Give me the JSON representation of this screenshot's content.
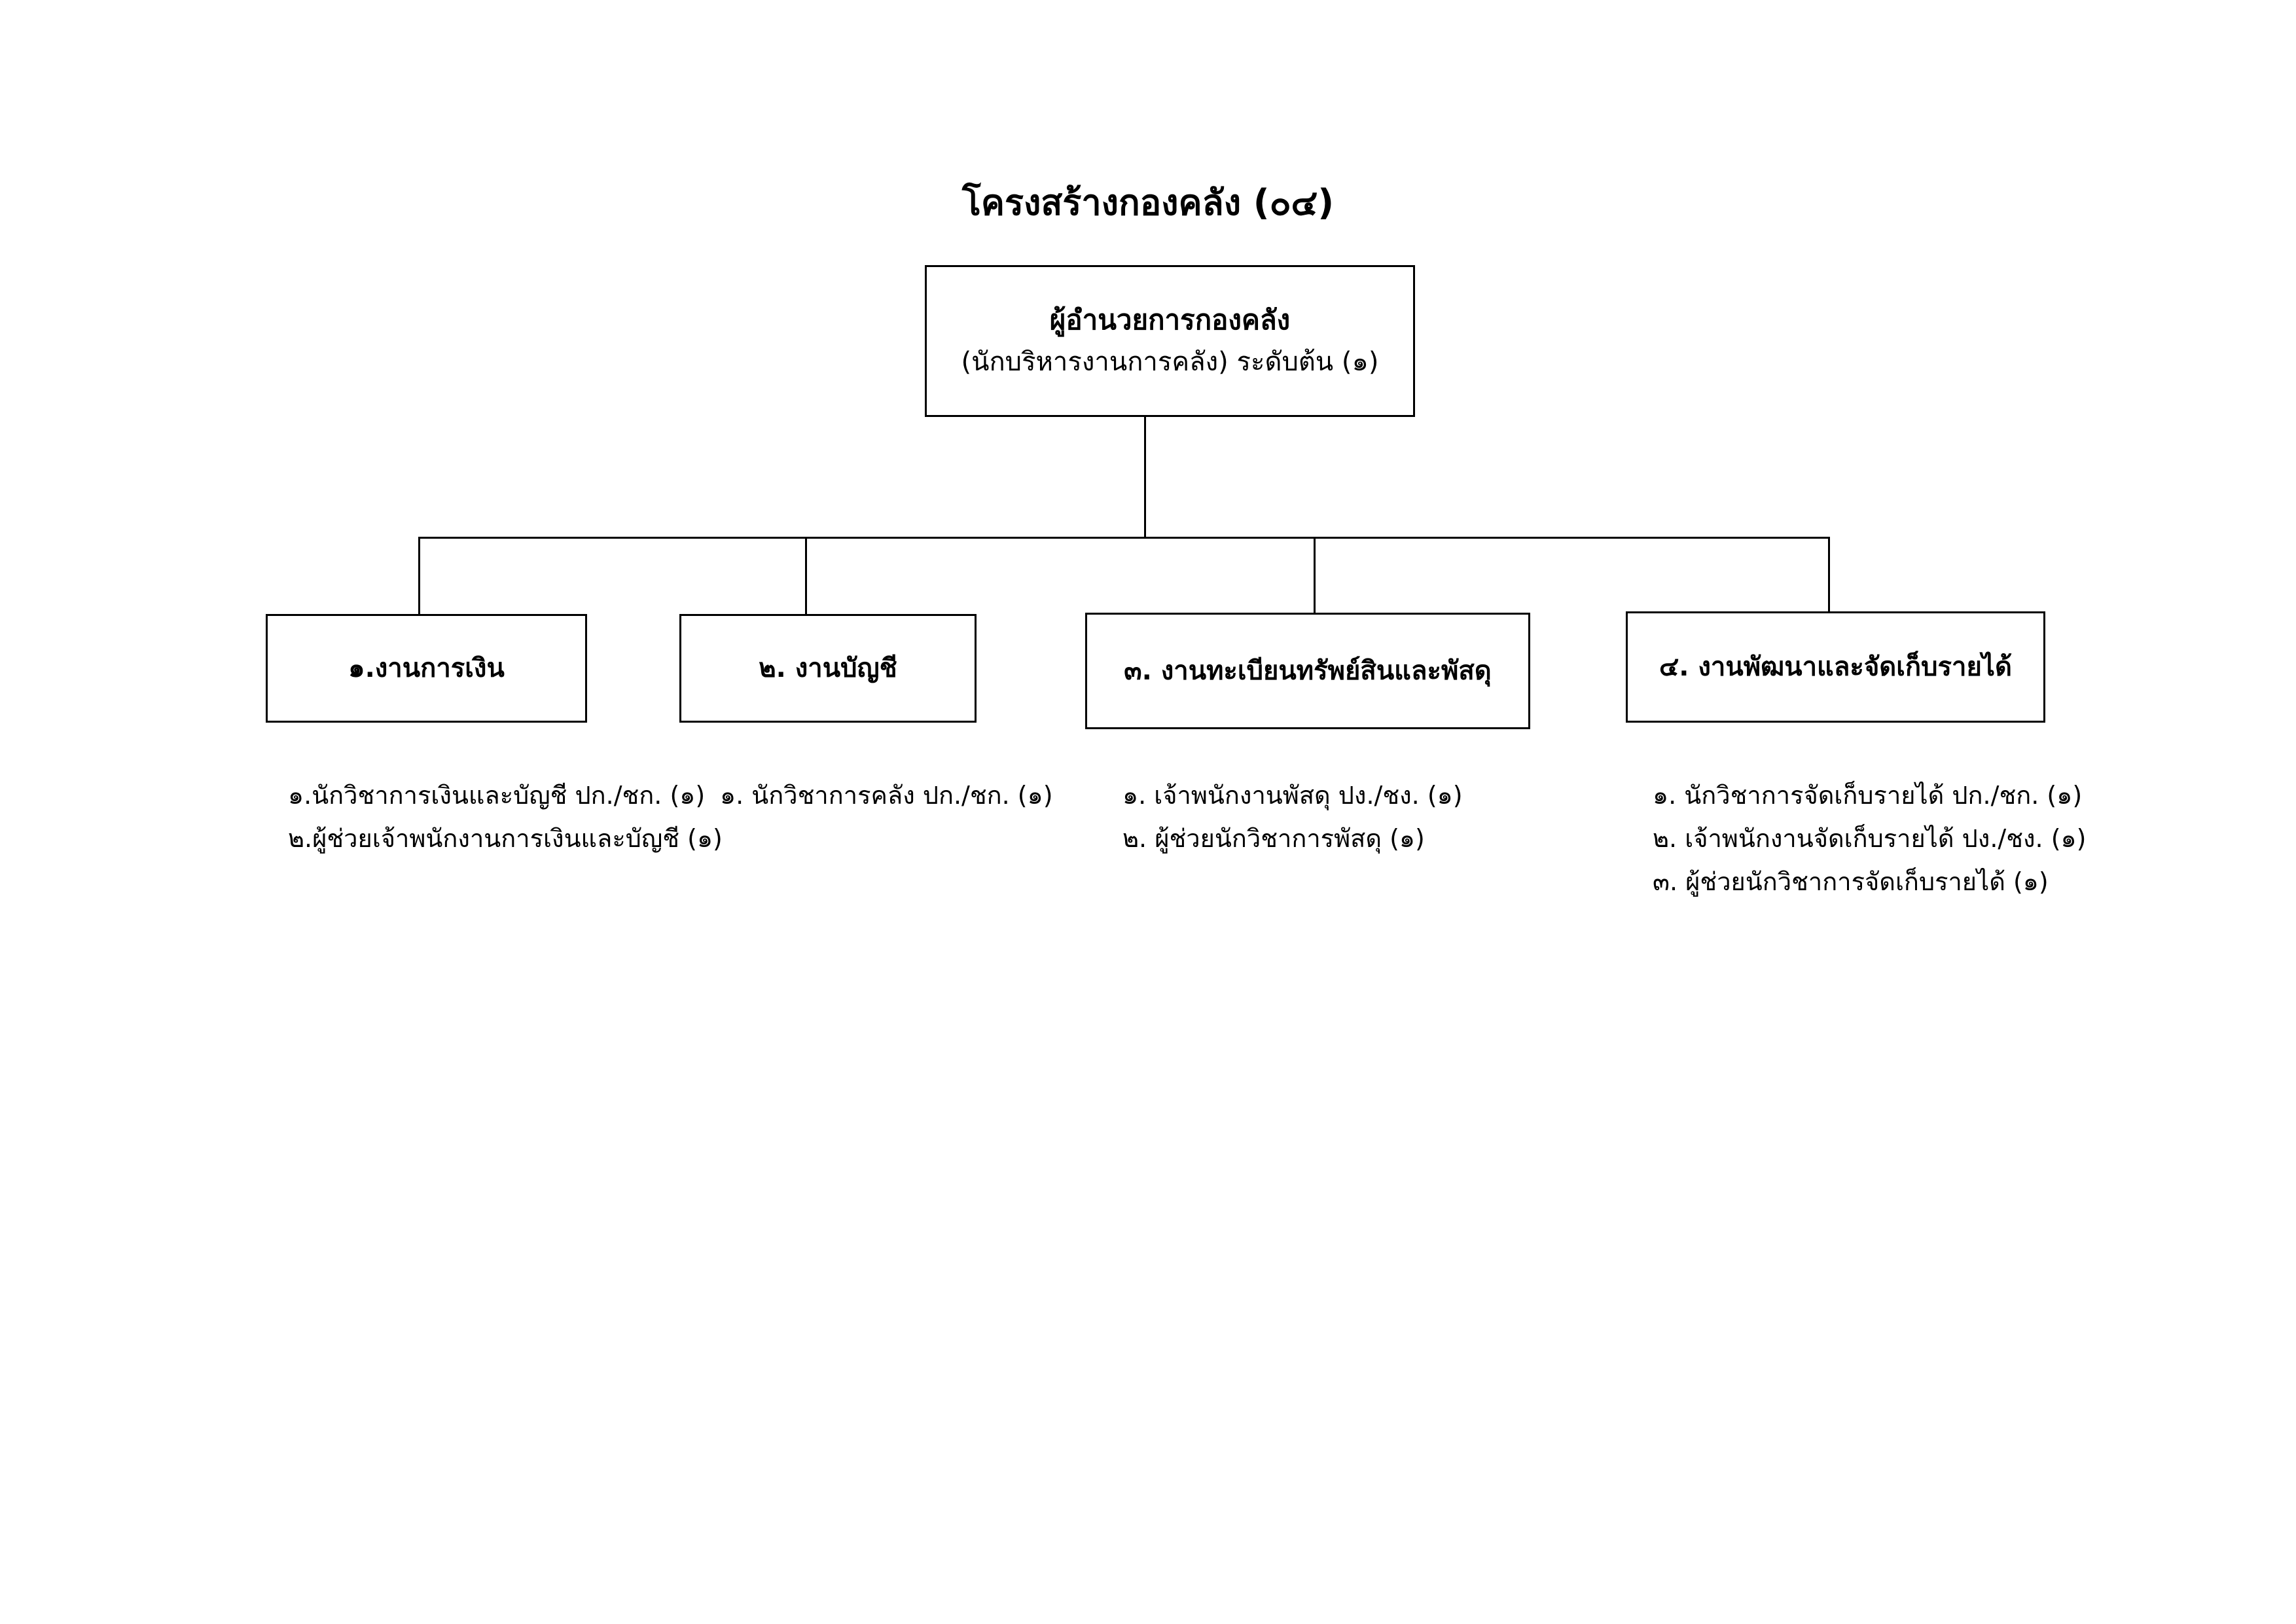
{
  "title": "โครงสร้างกองคลัง (๐๔)",
  "head": {
    "title": "ผู้อำนวยการกองคลัง",
    "subtitle": "(นักบริหารงานการคลัง) ระดับต้น (๑)"
  },
  "units": [
    {
      "label": "๑.งานการเงิน",
      "staff": [
        "๑.นักวิชาการเงินและบัญชี ปก./ชก. (๑)",
        "๒.ผู้ช่วยเจ้าพนักงานการเงินและบัญชี (๑)"
      ]
    },
    {
      "label": "๒. งานบัญชี",
      "staff": [
        "๑. นักวิชาการคลัง ปก./ชก. (๑)"
      ]
    },
    {
      "label": "๓. งานทะเบียนทรัพย์สินและพัสดุ",
      "staff": [
        "๑. เจ้าพนักงานพัสดุ ปง./ชง. (๑)",
        "๒. ผู้ช่วยนักวิชาการพัสดุ (๑)"
      ]
    },
    {
      "label": "๔. งานพัฒนาและจัดเก็บรายได้",
      "staff": [
        "๑. นักวิชาการจัดเก็บรายได้ ปก./ชก.  (๑)",
        "๒. เจ้าพนักงานจัดเก็บรายได้ ปง./ชง. (๑)",
        "๓. ผู้ช่วยนักวิชาการจัดเก็บรายได้ (๑)"
      ]
    }
  ]
}
